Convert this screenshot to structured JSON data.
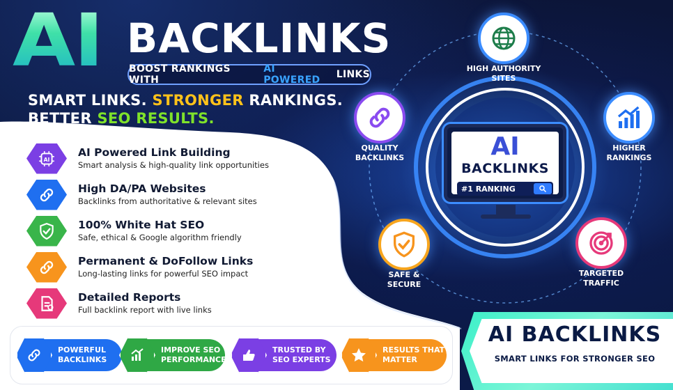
{
  "header": {
    "ai": "AI",
    "title": "BACKLINKS",
    "pill_before": "BOOST RANKINGS WITH",
    "pill_highlight": "AI POWERED",
    "pill_after": "LINKS",
    "tag1_a": "SMART LINKS.",
    "tag1_b": "STRONGER",
    "tag1_c": "RANKINGS.",
    "tag2_a": "BETTER",
    "tag2_b": "SEO",
    "tag2_c": "RESULTS."
  },
  "features": [
    {
      "title": "AI Powered Link Building",
      "subtitle": "Smart analysis & high-quality link opportunities",
      "icon": "ai-chip-icon",
      "color": "#7b3fe4"
    },
    {
      "title": "High DA/PA Websites",
      "subtitle": "Backlinks from authoritative & relevant sites",
      "icon": "link-icon",
      "color": "#1f6ff0"
    },
    {
      "title": "100% White Hat SEO",
      "subtitle": "Safe, ethical & Google algorithm friendly",
      "icon": "shield-check-icon",
      "color": "#39b54a"
    },
    {
      "title": "Permanent & DoFollow Links",
      "subtitle": "Long-lasting links for powerful SEO impact",
      "icon": "link-icon",
      "color": "#f7941d"
    },
    {
      "title": "Detailed Reports",
      "subtitle": "Full backlink report with live links",
      "icon": "report-icon",
      "color": "#e6397a"
    }
  ],
  "badges": [
    {
      "line1": "POWERFUL",
      "line2": "BACKLINKS",
      "color": "#1f6ff0",
      "icon": "link-icon"
    },
    {
      "line1": "IMPROVE SEO",
      "line2": "PERFORMANCE",
      "color": "#2fa845",
      "icon": "growth-chart-icon"
    },
    {
      "line1": "TRUSTED BY",
      "line2": "SEO EXPERTS",
      "color": "#7b3fe4",
      "icon": "thumbs-up-icon"
    },
    {
      "line1": "RESULTS THAT",
      "line2": "MATTER",
      "color": "#f7941d",
      "icon": "star-icon"
    }
  ],
  "orbit": {
    "top": {
      "line1": "HIGH AUTHORITY",
      "line2": "SITES"
    },
    "left": {
      "line1": "QUALITY",
      "line2": "BACKLINKS"
    },
    "right": {
      "line1": "HIGHER",
      "line2": "RANKINGS"
    },
    "bottom_left": {
      "line1": "SAFE &",
      "line2": "SECURE"
    },
    "bottom_right": {
      "line1": "TARGETED",
      "line2": "TRAFFIC"
    }
  },
  "monitor": {
    "ai": "AI",
    "backlinks": "BACKLINKS",
    "search_text": "#1 RANKING"
  },
  "corner": {
    "title": "AI BACKLINKS",
    "subtitle": "SMART LINKS FOR STRONGER SEO"
  }
}
